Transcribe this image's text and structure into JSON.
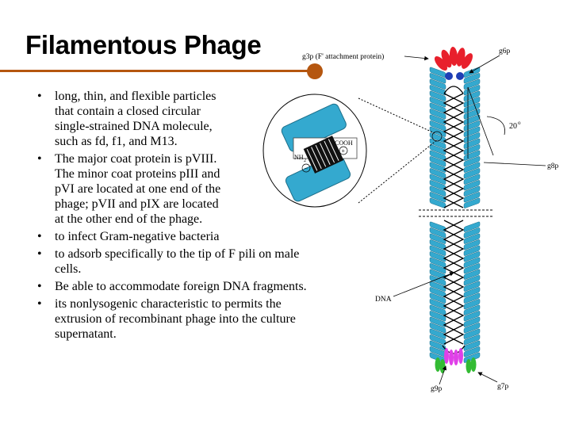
{
  "title": "Filamentous Phage",
  "bullets": [
    {
      "lines": [
        "long, thin, and flexible particles",
        "that contain a closed circular",
        "single-strained DNA molecule,",
        "such as fd, f1, and M13."
      ]
    },
    {
      "lines": [
        "The major coat protein is pVIII.",
        "The minor coat proteins pIII and",
        "pVI are located at one end of the",
        "phage; pVII and pIX are located",
        "at the other end of the phage."
      ]
    },
    {
      "lines": [
        "to infect Gram-negative bacteria"
      ]
    },
    {
      "lines": [
        "to adsorb specifically to the tip of F pili on male",
        "cells."
      ]
    },
    {
      "lines": [
        "Be able to accommodate foreign DNA fragments."
      ]
    },
    {
      "lines": [
        "its nonlysogenic characteristic to permits the",
        "extrusion of recombinant phage into the culture",
        "supernatant."
      ]
    }
  ],
  "diagram": {
    "label_g3p": "g3p (F' attachment protein)",
    "label_g6p": "g6p",
    "label_g8p": "g8p",
    "label_dna": "DNA",
    "label_g9p": "g9p",
    "label_g7p": "g7p",
    "label_angle": "20",
    "angle_unit": "o",
    "inset_nh": "NH",
    "inset_nh_sub": "2",
    "inset_cooh": "COOH",
    "inset_minus": "−",
    "inset_plus": "+"
  },
  "colors": {
    "accent": "#b5560f",
    "coat_protein": "#34a9cf",
    "g3p_red": "#e8202c",
    "g6p_blue": "#1f3fb5",
    "g9p_magenta": "#e040e8",
    "g7p_green": "#33bb33"
  }
}
